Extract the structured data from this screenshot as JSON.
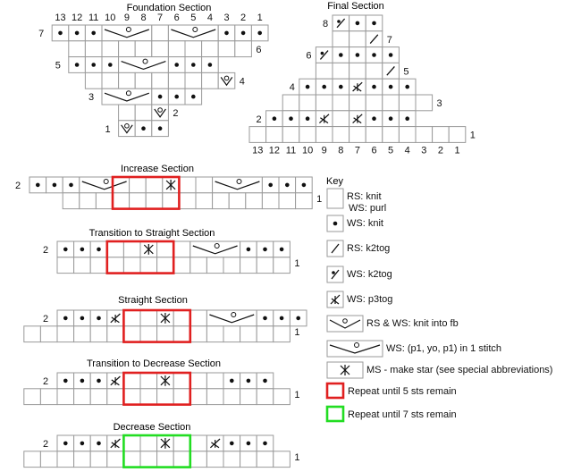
{
  "foundation": {
    "title": "Foundation Section",
    "col_numbers": [
      "13",
      "12",
      "11",
      "10",
      "9",
      "8",
      "7",
      "6",
      "5",
      "4",
      "3",
      "2",
      "1"
    ],
    "rows": [
      {
        "label": "7",
        "side": "left",
        "cells": "d1 d1 d1 w3 e1 w3 d1 d1 d1"
      },
      {
        "label": "6",
        "side": "right",
        "cells": "e11"
      },
      {
        "label": "5",
        "side": "left",
        "cells": "d1 d1 d1 w3 d1 d1 d1"
      },
      {
        "label": "4",
        "side": "right",
        "cells": "e8 v1"
      },
      {
        "label": "3",
        "side": "left",
        "cells": "w3 d1 d1 d1"
      },
      {
        "label": "2",
        "side": "right",
        "cells": "e2 v1"
      },
      {
        "label": "1",
        "side": "left",
        "cells": "v1 d1 d1"
      }
    ]
  },
  "final": {
    "title": "Final Section",
    "col_numbers": [
      "13",
      "12",
      "11",
      "10",
      "9",
      "8",
      "7",
      "6",
      "5",
      "4",
      "3",
      "2",
      "1"
    ],
    "rows": [
      {
        "label": "8",
        "side": "left",
        "cells": "r1 d1 d1"
      },
      {
        "label": "7",
        "side": "right",
        "cells": "e2 s1"
      },
      {
        "label": "6",
        "side": "left",
        "cells": "r1 d1 d1 d1 d1"
      },
      {
        "label": "5",
        "side": "right",
        "cells": "e4 s1"
      },
      {
        "label": "4",
        "side": "left",
        "cells": "d1 d1 d1 p1 d1 d1 d1"
      },
      {
        "label": "3",
        "side": "right",
        "cells": "e9"
      },
      {
        "label": "2",
        "side": "left",
        "cells": "d1 d1 d1 p1 e1 p1 d1 d1 d1"
      },
      {
        "label": "1",
        "side": "right",
        "cells": "e13"
      }
    ]
  },
  "increase": {
    "title": "Increase Section",
    "rows": [
      {
        "label": "2",
        "side": "left",
        "cells": "d1 d1 d1 w3 e1 x3 e1 w3 d1 d1 d1"
      },
      {
        "label": "1",
        "side": "right",
        "cells": "e15"
      }
    ]
  },
  "transition_straight": {
    "title": "Transition to Straight Section",
    "rows": [
      {
        "label": "2",
        "side": "left",
        "cells": "d1 d1 d1 e1 x3 e1 w3 d1 d1 d1"
      },
      {
        "label": "1",
        "side": "right",
        "cells": "e14"
      }
    ]
  },
  "straight": {
    "title": "Straight Section",
    "rows": [
      {
        "label": "2",
        "side": "left",
        "cells": "d1 d1 d1 p1 e1 x3 e1 w3 d1 d1 d1"
      },
      {
        "label": "1",
        "side": "right",
        "cells": "e16"
      }
    ]
  },
  "transition_decrease": {
    "title": "Transition to Decrease Section",
    "rows": [
      {
        "label": "2",
        "side": "left",
        "cells": "d1 d1 d1 p1 e1 x3 e1 e1 d1 d1 d1"
      },
      {
        "label": "1",
        "side": "right",
        "cells": "e16"
      }
    ]
  },
  "decrease": {
    "title": "Decrease Section",
    "rows": [
      {
        "label": "2",
        "side": "left",
        "cells": "d1 d1 d1 p1 e1 x3 e1 p1 d1 d1 d1"
      },
      {
        "label": "1",
        "side": "right",
        "cells": "e16"
      }
    ]
  },
  "key": {
    "title": "Key",
    "items": [
      {
        "symbol": "e",
        "lines": [
          "RS: knit",
          "WS: purl"
        ]
      },
      {
        "symbol": "d",
        "lines": [
          "WS: knit"
        ]
      },
      {
        "symbol": "s",
        "lines": [
          "RS: k2tog"
        ]
      },
      {
        "symbol": "r",
        "lines": [
          "WS: k2tog"
        ]
      },
      {
        "symbol": "p",
        "lines": [
          "WS: p3tog"
        ]
      },
      {
        "symbol": "v",
        "lines": [
          "RS & WS: knit into fb"
        ]
      },
      {
        "symbol": "w",
        "lines": [
          "WS: (p1, yo, p1) in 1 stitch"
        ]
      },
      {
        "symbol": "x",
        "lines": [
          "MS - make star (see special abbreviations)"
        ]
      },
      {
        "symbol": "red",
        "lines": [
          "Repeat until 5 sts remain"
        ]
      },
      {
        "symbol": "green",
        "lines": [
          "Repeat until 7 sts remain"
        ]
      }
    ]
  },
  "colors": {
    "repeat_red": "#e02020",
    "repeat_green": "#22dd22",
    "grid": "#9a9a9a",
    "ink": "#111111"
  }
}
